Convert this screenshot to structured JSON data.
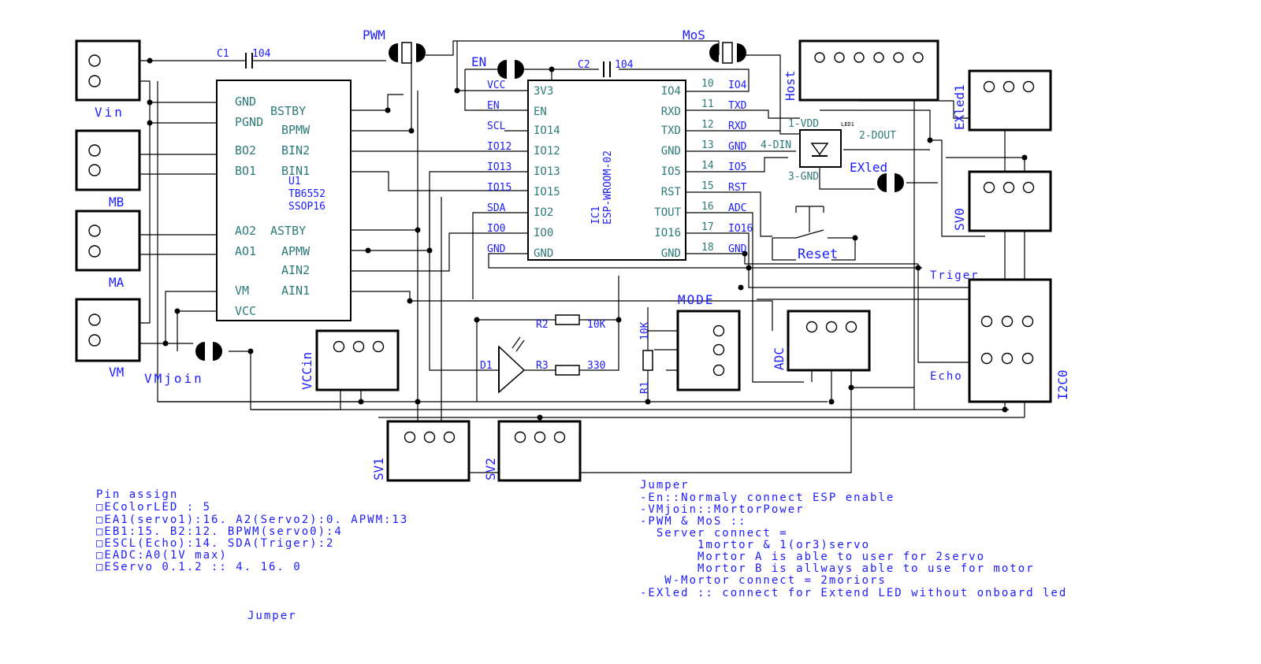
{
  "connectors": {
    "vin": "Vin",
    "mb": "MB",
    "ma": "MA",
    "vm": "VM",
    "vccin": "VCCin",
    "sv1": "SV1",
    "sv2": "SV2",
    "sv0": "SV0",
    "adc": "ADC",
    "mode": "MODE",
    "host": "Host",
    "exled1": "EXled1",
    "i2c0": "I2C0"
  },
  "jumpers": {
    "pwm": "PWM",
    "mos": "MoS",
    "en": "EN",
    "vmjoin": "VMjoin",
    "exled": "EXled"
  },
  "parts": {
    "c1": "C1",
    "c1_val": "104",
    "c2": "C2",
    "c2_val": "104",
    "u1": "U1",
    "u1_part": "TB6552",
    "u1_pkg": "SSOP16",
    "ic1": "IC1",
    "ic1_part": "ESP-WROOM-02",
    "r1": "R1",
    "r1_val": "10K",
    "r2": "R2",
    "r2_val": "10K",
    "r3": "R3",
    "r3_val": "330",
    "d1": "D1",
    "led1": "LED1",
    "reset": "Reset",
    "triger": "Triger",
    "echo": "Echo"
  },
  "u1_pins_left": [
    "GND",
    "PGND",
    "BO2",
    "BO1",
    "AO2",
    "AO1",
    "VM",
    "VCC"
  ],
  "u1_pins_right": [
    "BSTBY",
    "BPMW",
    "BIN2",
    "BIN1",
    "ASTBY",
    "APMW",
    "AIN2",
    "AIN1"
  ],
  "ic1_pins_left": [
    "3V3",
    "EN",
    "IO14",
    "IO12",
    "IO13",
    "IO15",
    "IO2",
    "IO0",
    "GND"
  ],
  "ic1_pins_right": [
    "IO4",
    "RXD",
    "TXD",
    "GND",
    "IO5",
    "RST",
    "TOUT",
    "IO16",
    "GND"
  ],
  "ic1_nums_right": [
    "10",
    "11",
    "12",
    "13",
    "14",
    "15",
    "16",
    "17",
    "18"
  ],
  "net_labels_right": [
    "IO4",
    "TXD",
    "RXD",
    "GND",
    "IO5",
    "RST",
    "ADC",
    "IO16",
    "GND"
  ],
  "net_labels_left": [
    "VCC",
    "EN",
    "SCL",
    "IO12",
    "IO13",
    "IO15",
    "SDA",
    "IO0",
    "GND"
  ],
  "led_labels": {
    "vdd": "1-VDD",
    "dout": "2-DOUT",
    "din": "4-DIN",
    "gnd": "3-GND"
  },
  "pin_assign": {
    "title": "Pin assign",
    "lines": [
      "□EColorLED : 5",
      "□EA1(servo1):16. A2(Servo2):0. APWM:13",
      "□EB1:15. B2:12. BPWM(servo0):4",
      "□ESCL(Echo):14. SDA(Triger):2",
      "□EADC:A0(1V max)",
      "□EServo 0.1.2 :: 4. 16. 0"
    ],
    "footer": "Jumper"
  },
  "jumper_notes": {
    "title": "Jumper",
    "lines": [
      "-En::Normaly connect ESP enable",
      "-VMjoin::MortorPower",
      "-PWM & MoS ::",
      "  Server connect =",
      "       1mortor & 1(or3)servo",
      "       Mortor A is able to user for 2servo",
      "       Mortor B is allways able to use for motor",
      "   W-Mortor connect = 2moriors",
      "-EXled :: connect for Extend LED without onboard led"
    ]
  }
}
